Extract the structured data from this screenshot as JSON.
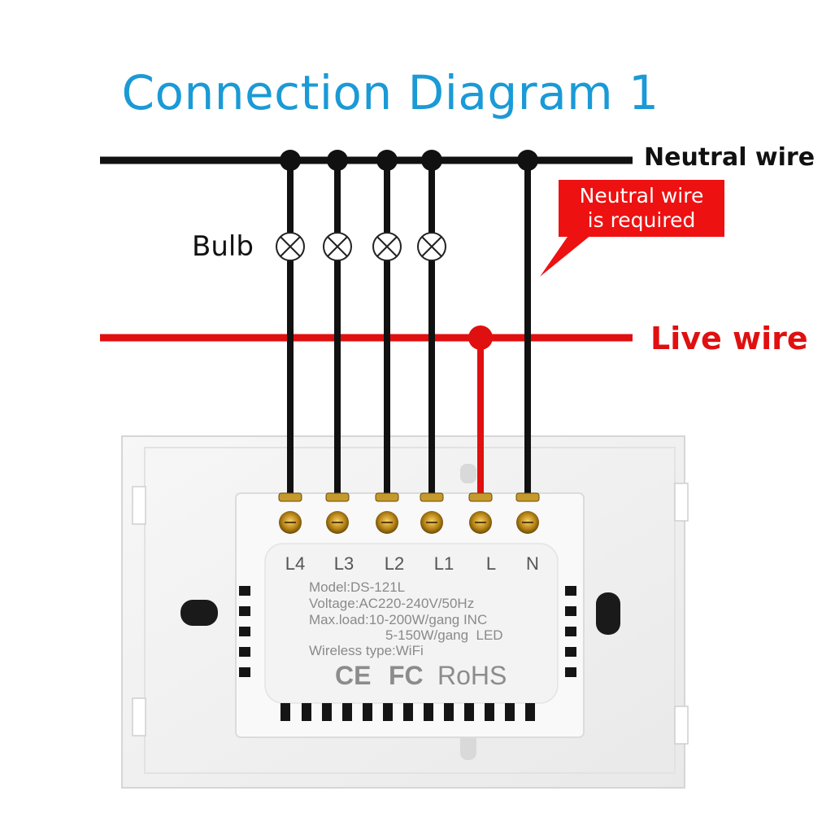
{
  "title": "Connection Diagram 1",
  "labels": {
    "neutral": "Neutral wire",
    "live": "Live wire",
    "bulb": "Bulb",
    "callout_line1": "Neutral wire",
    "callout_line2": "is required"
  },
  "terminals": [
    "L4",
    "L3",
    "L2",
    "L1",
    "L",
    "N"
  ],
  "specs": {
    "model": "Model:DS-121L",
    "voltage": "Voltage:AC220-240V/50Hz",
    "maxload": "Max.load:10-200W/gang INC",
    "maxload2": "5-150W/gang  LED",
    "wireless": "Wireless type:WiFi"
  },
  "certs": {
    "ce": "CE",
    "fc": "FC",
    "rohs": "RoHS"
  },
  "colors": {
    "title": "#1a9ad6",
    "neutral_wire": "#111111",
    "live_wire": "#e01010",
    "callout": "#ee1111",
    "switch_body": "#f4f4f4"
  }
}
